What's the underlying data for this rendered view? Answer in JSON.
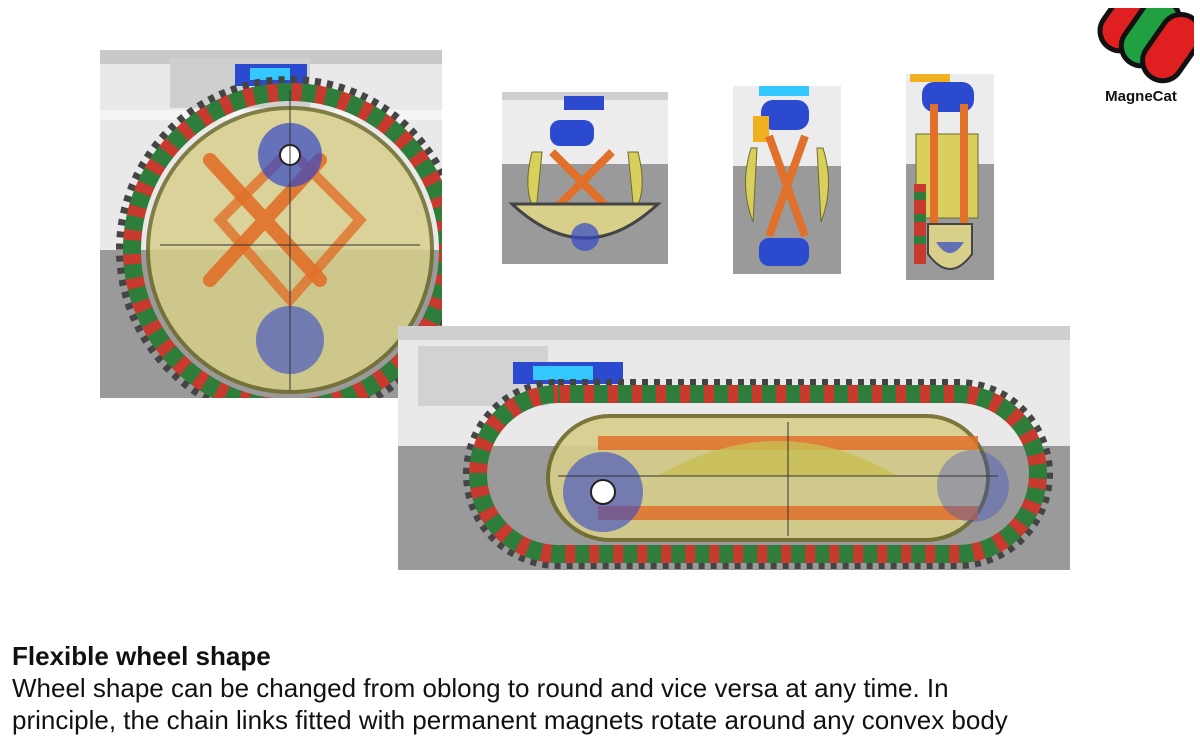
{
  "logo": {
    "text": "MagneCat",
    "colors": [
      "#e02020",
      "#20a040",
      "#e02020"
    ]
  },
  "figures": [
    {
      "name": "round-wheel-render",
      "icon": "round-track-wheel"
    },
    {
      "name": "transition-stage-1",
      "icon": "half-collapsed-wheel"
    },
    {
      "name": "transition-stage-2",
      "icon": "folded-wheel"
    },
    {
      "name": "transition-stage-3",
      "icon": "narrow-wheel"
    },
    {
      "name": "oblong-wheel-render",
      "icon": "oblong-track-wheel"
    }
  ],
  "caption": {
    "title": "Flexible wheel shape",
    "line1": "Wheel shape can be changed from oblong to round and vice versa at any time. In",
    "line2": "principle, the chain links fitted with permanent magnets rotate around any convex body"
  },
  "colors": {
    "chain_red": "#c8392e",
    "chain_green": "#2f7d3a",
    "frame_orange": "#e0702a",
    "magnet_blue": "#3347c8",
    "plate_yellow": "#d8cf5c"
  }
}
